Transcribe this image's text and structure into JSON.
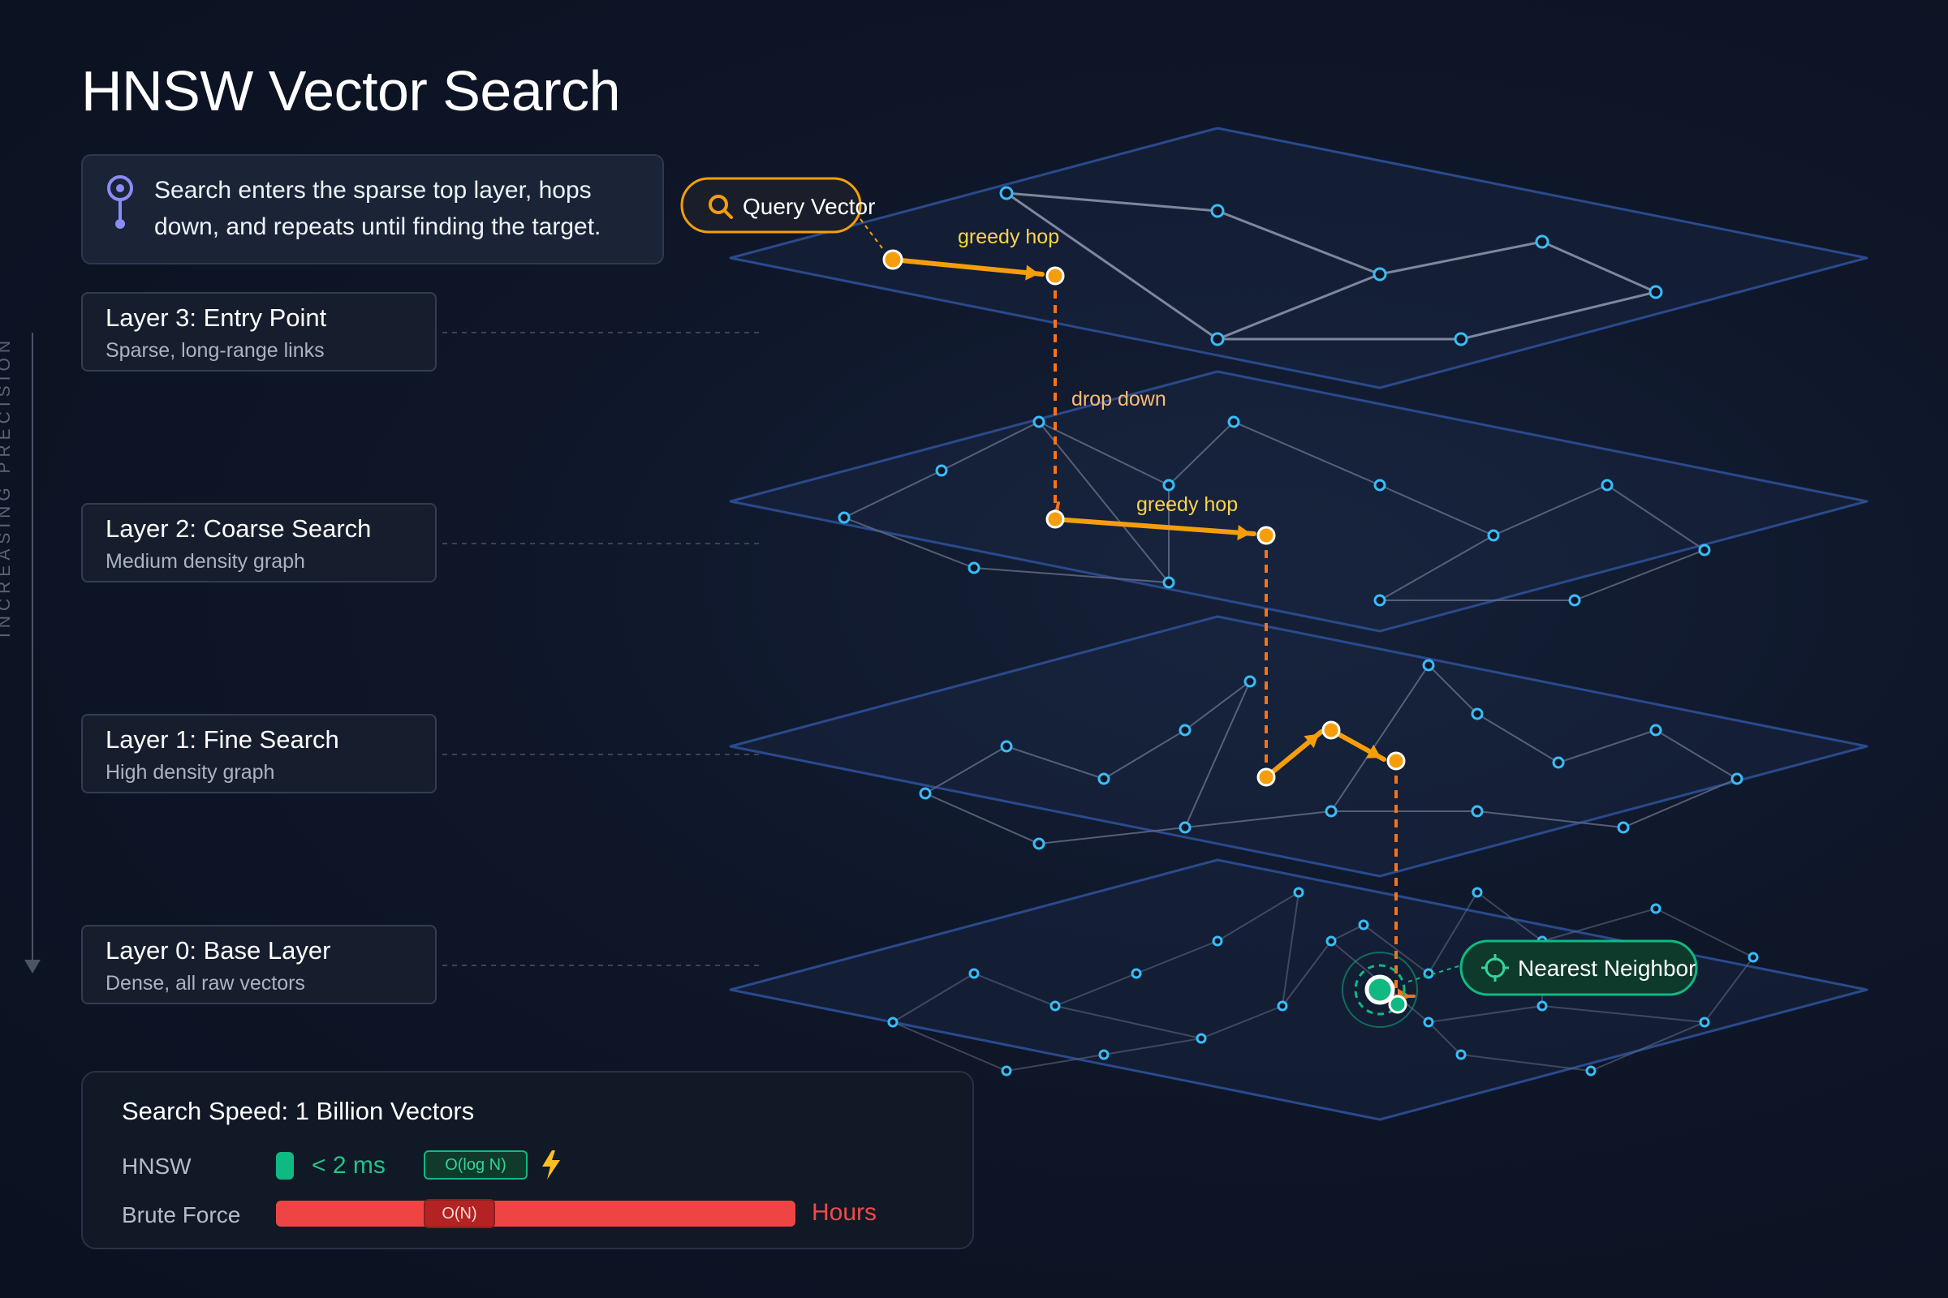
{
  "title": "HNSW Vector Search",
  "info_text": "Search enters the sparse top layer, hops down, and repeats until finding the target.",
  "side_label": "INCREASING PRECISION",
  "layers": [
    {
      "title": "Layer 3: Entry Point",
      "subtitle": "Sparse, long-range links"
    },
    {
      "title": "Layer 2: Coarse Search",
      "subtitle": "Medium density graph"
    },
    {
      "title": "Layer 1: Fine Search",
      "subtitle": "High density graph"
    },
    {
      "title": "Layer 0: Base Layer",
      "subtitle": "Dense, all raw vectors"
    }
  ],
  "labels": {
    "query": "Query Vector",
    "greedy_hop_top": "greedy hop",
    "drop_down": "drop down",
    "greedy_hop_mid": "greedy hop",
    "nearest": "Nearest Neighbor"
  },
  "speed": {
    "title": "Search Speed: 1 Billion Vectors",
    "hnsw_label": "HNSW",
    "hnsw_time": "< 2 ms",
    "hnsw_complexity": "O(log N)",
    "brute_label": "Brute Force",
    "brute_complexity": "O(N)",
    "brute_time": "Hours"
  },
  "colors": {
    "path": "#f59e0b",
    "drop": "#f97316",
    "node": "#38bdf8",
    "target": "#10b981",
    "plane_edge": "#2a4a8c",
    "brute": "#ef4444"
  },
  "icons": [
    "pin-icon",
    "search-icon",
    "crosshair-icon",
    "bolt-icon"
  ]
}
